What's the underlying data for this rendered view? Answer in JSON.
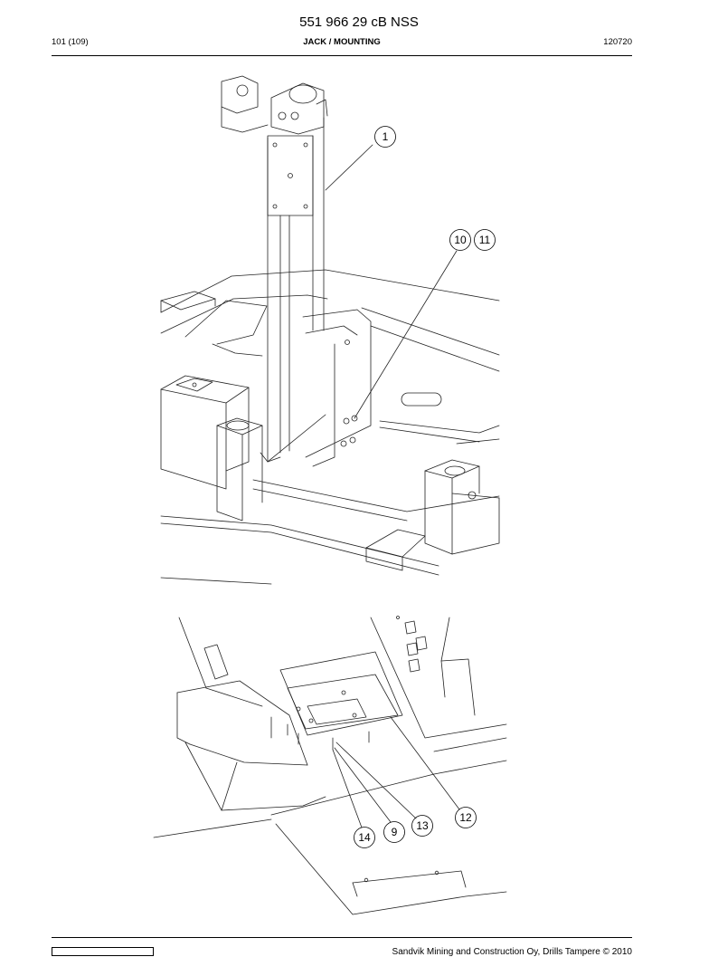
{
  "document": {
    "number": "551 966 29 cB NSS",
    "page": "101 (109)",
    "section": "JACK / MOUNTING",
    "date": "120720"
  },
  "callouts": {
    "c1": "1",
    "c10": "10",
    "c11": "11",
    "c12": "12",
    "c13": "13",
    "c9": "9",
    "c14": "14"
  },
  "footer": {
    "copyright": "Sandvik Mining and Construction Oy, Drills Tampere © 2010"
  }
}
